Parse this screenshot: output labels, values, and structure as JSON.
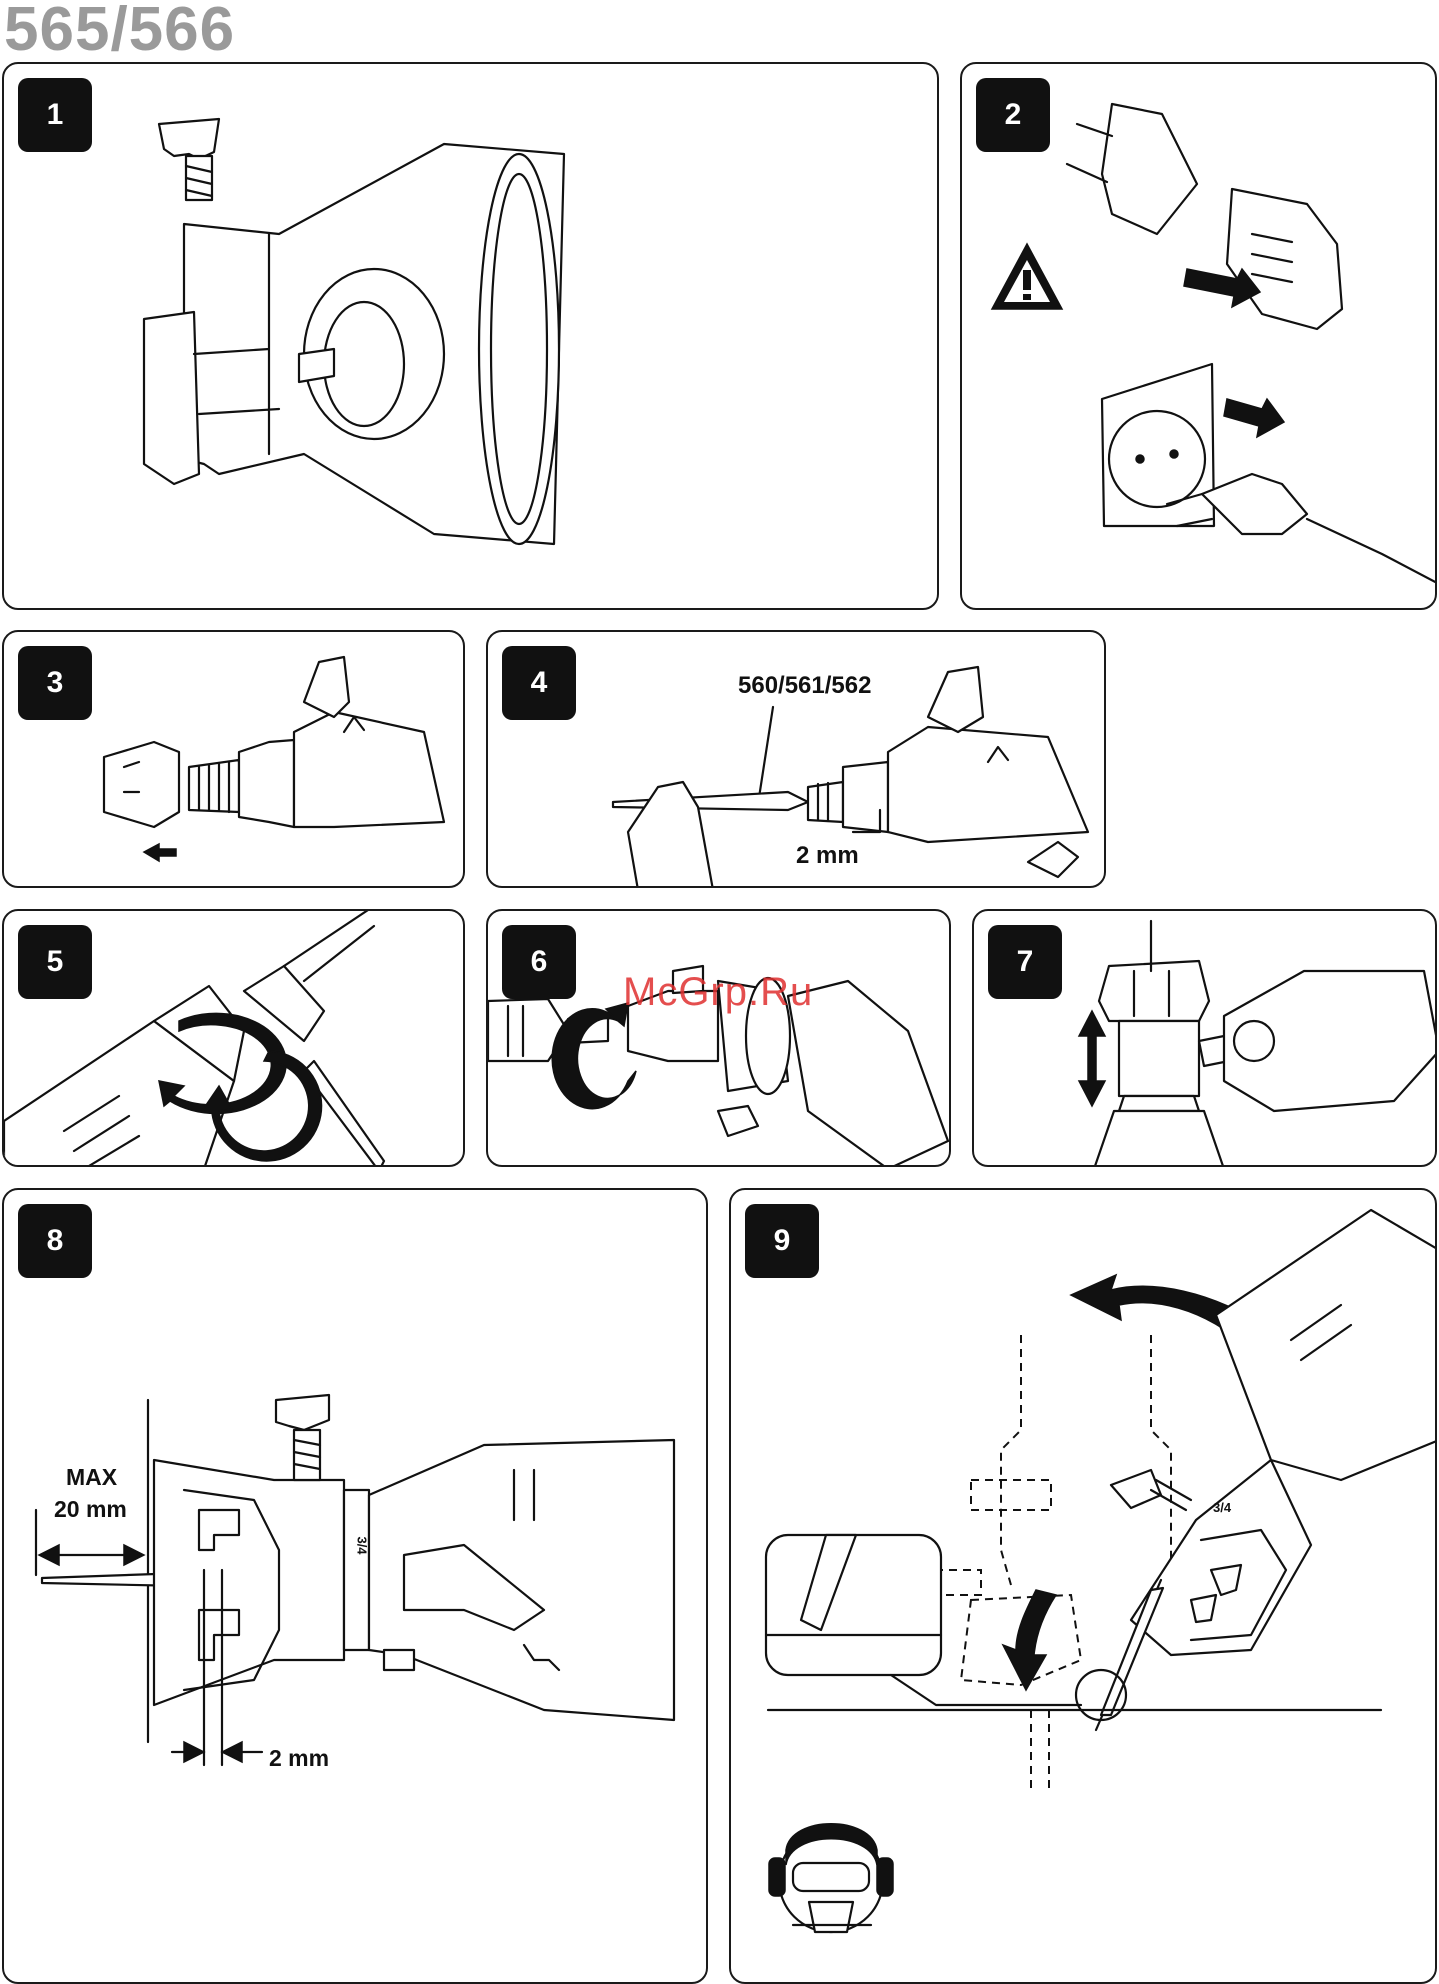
{
  "header": {
    "title": "565/566"
  },
  "panels": [
    {
      "num": "1"
    },
    {
      "num": "2"
    },
    {
      "num": "3"
    },
    {
      "num": "4",
      "label": "560/561/562",
      "measure": "2 mm"
    },
    {
      "num": "5"
    },
    {
      "num": "6"
    },
    {
      "num": "7"
    },
    {
      "num": "8",
      "max_label": "MAX",
      "max_value": "20 mm",
      "measure": "2 mm",
      "scale_mark": "3/4"
    },
    {
      "num": "9",
      "scale_mark": "3/4"
    }
  ],
  "watermark": "McGrp.Ru",
  "icons": [
    "warning-triangle-icon",
    "wall-socket-icon",
    "plug-icon",
    "arrow-icon",
    "rotate-arrow-icon",
    "double-arrow-icon",
    "safety-goggles-mask-icon"
  ]
}
